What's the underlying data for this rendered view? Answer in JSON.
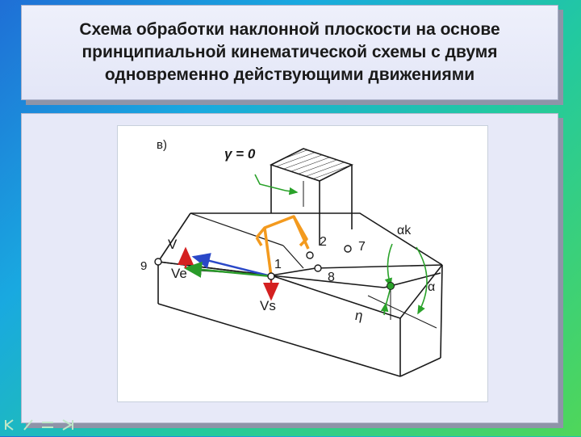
{
  "title": "Схема обработки наклонной плоскости на основе принципиальной кинематической схемы с двумя одновременно действующими движениями",
  "figure": {
    "panel_label": "в)",
    "gamma_label": "γ = 0",
    "labels": {
      "n9": "9",
      "v": "V",
      "ve": "Ve",
      "n2": "2",
      "n1": "1",
      "n7": "7",
      "n8": "8",
      "vs": "Vs",
      "alpha_k": "αk",
      "alpha": "α",
      "eta": "η"
    },
    "colors": {
      "line": "#1a1a1a",
      "tool": "#f39a1e",
      "v_vector": "#2a48c8",
      "ve_vector": "#2a9b2a",
      "green": "#2aa22a",
      "red": "#d42020"
    }
  },
  "nav_icons": [
    "first-icon",
    "prev-icon",
    "menu-icon",
    "next-icon"
  ]
}
